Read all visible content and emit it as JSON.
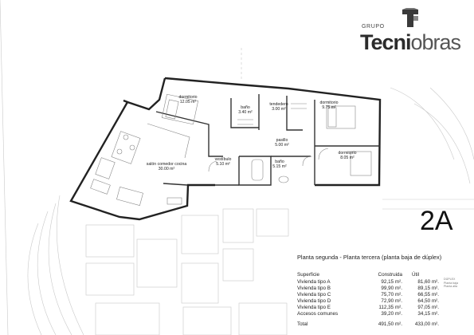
{
  "logo": {
    "group": "GRUPO",
    "brand_a": "Tecni",
    "brand_b": "obras"
  },
  "plan_code": "2A",
  "rooms": [
    {
      "name": "dormitorio",
      "area": "12.05 m²"
    },
    {
      "name": "baño",
      "area": "3.40 m²"
    },
    {
      "name": "tendedero",
      "area": "3.00 m²"
    },
    {
      "name": "dormitorio",
      "area": "9.75 m²"
    },
    {
      "name": "pasillo",
      "area": "5.00 m²"
    },
    {
      "name": "dormitorio",
      "area": "8.05 m²"
    },
    {
      "name": "baño",
      "area": "5.15 m²"
    },
    {
      "name": "vestíbulo",
      "area": "5.10 m²"
    },
    {
      "name": "salón comedor cocina",
      "area": "30.00 m²"
    }
  ],
  "schedule": {
    "title": "Planta segunda - Planta tercera (planta baja de dúplex)",
    "headers": {
      "surface": "Superficie",
      "built": "Construida",
      "useful": "Útil"
    },
    "rows": [
      {
        "label": "Vivienda tipo A",
        "built": "92,15 m².",
        "useful": "81,60 m²."
      },
      {
        "label": "Vivienda tipo B",
        "built": "99,90 m².",
        "useful": "89,15 m²."
      },
      {
        "label": "Vivienda tipo C",
        "built": "75,70 m².",
        "useful": "66,55 m²."
      },
      {
        "label": "Vivienda tipo D",
        "built": "72,90 m².",
        "useful": "64,50 m²."
      },
      {
        "label": "Vivienda tipo E",
        "built": "112,35 m².",
        "useful": "97,05 m²."
      },
      {
        "label": "Accesos comunes",
        "built": "39,20 m².",
        "useful": "34,15 m²."
      }
    ],
    "total": {
      "label": "Total",
      "built": "491,50 m².",
      "useful": "433,00 m²."
    }
  },
  "legend": [
    "DÚPLEX",
    "Planta baja",
    "Planta alta"
  ]
}
